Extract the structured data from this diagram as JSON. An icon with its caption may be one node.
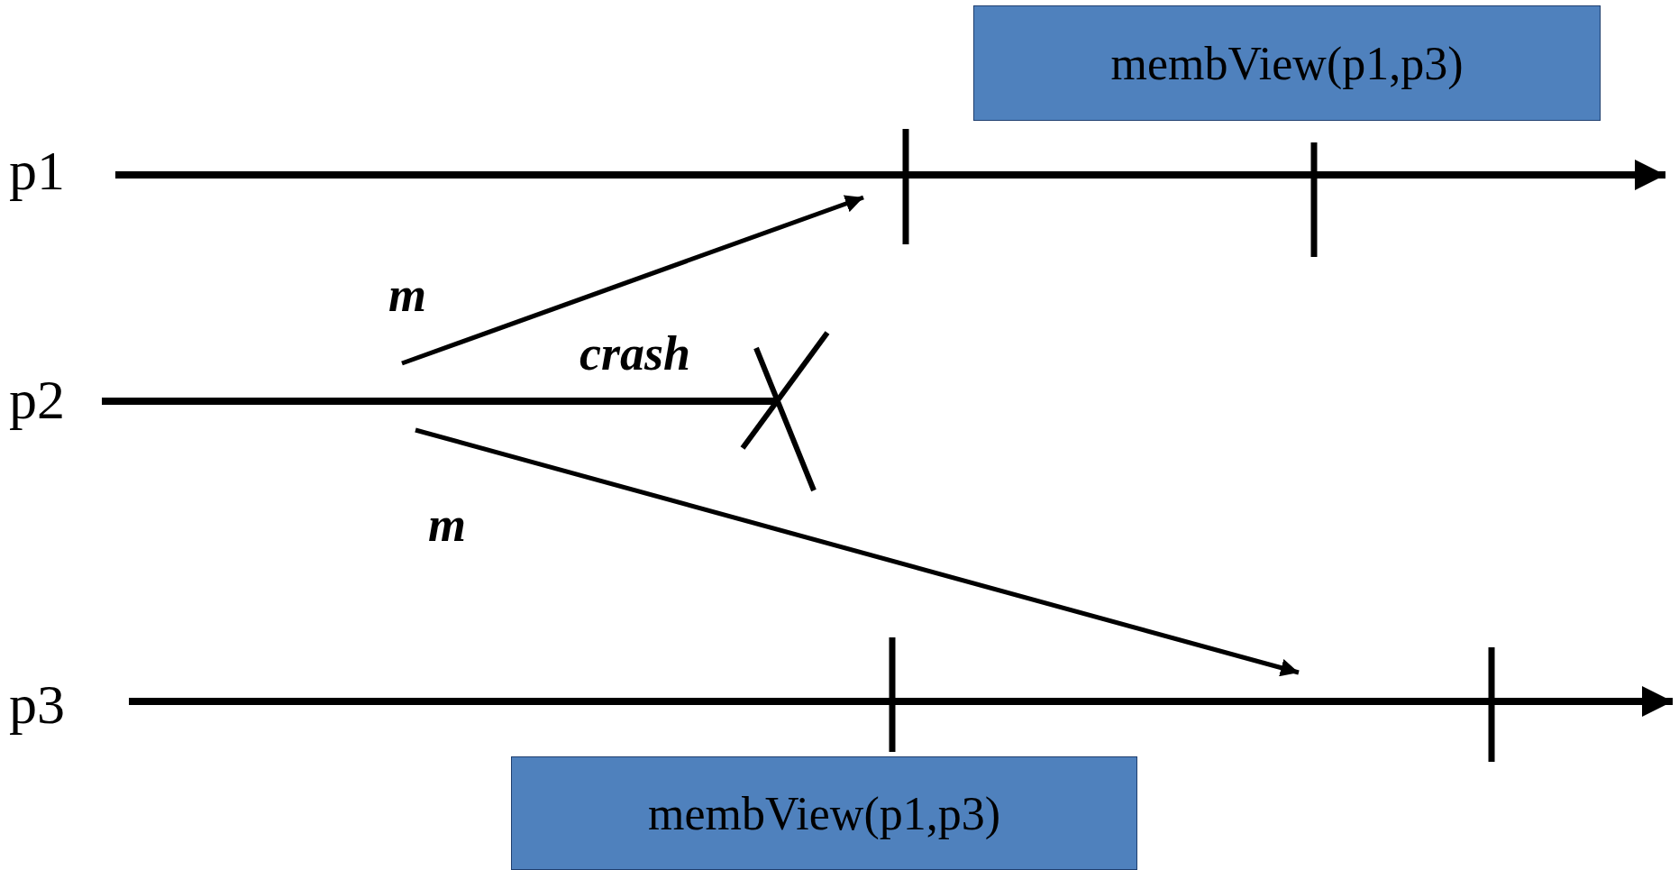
{
  "diagram": {
    "nodes": [
      {
        "text": [
          "p1"
        ]
      },
      {
        "text": [
          "p2"
        ]
      },
      {
        "text": [
          "p3"
        ]
      },
      {
        "text": [
          "membView(p1,p3)"
        ]
      },
      {
        "text": [
          "membView(p1,p3)"
        ]
      }
    ],
    "edges": [
      {
        "from": 1,
        "to": 0,
        "arrow": "to",
        "label": "m"
      },
      {
        "from": 1,
        "to": 2,
        "arrow": "to",
        "label": "m"
      }
    ],
    "labels": [
      "crash"
    ]
  }
}
